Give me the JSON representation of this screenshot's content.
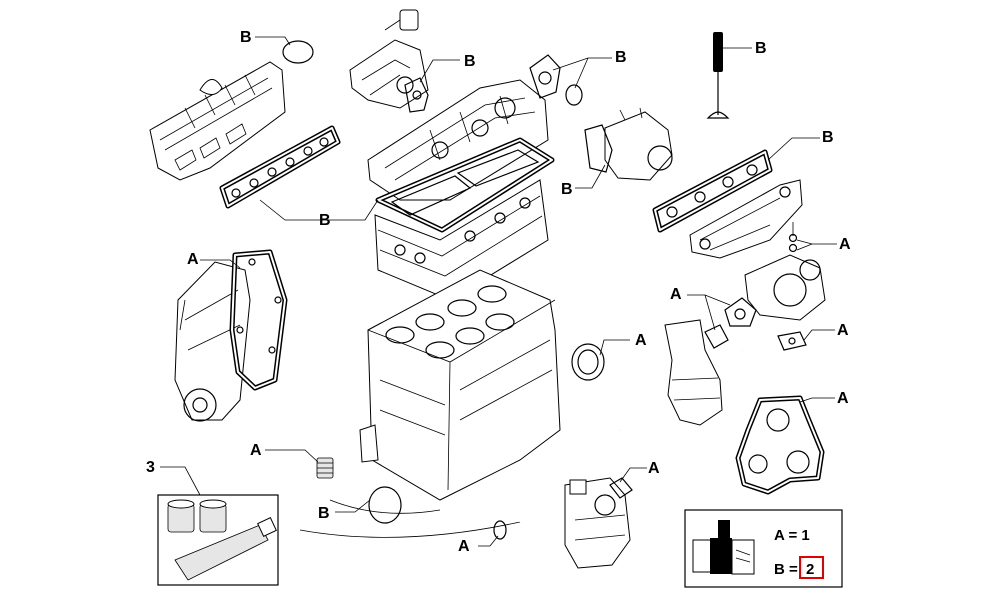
{
  "labels": {
    "b_oring_top": "B",
    "b_egr_gasket": "B",
    "b_flange_gasket": "B",
    "b_valve": "B",
    "b_intake_gasket": "B",
    "b_exhaust_gasket": "B",
    "b_thermostat_gasket": "B",
    "b_head_gasket": "B",
    "b_bottom_oring": "B",
    "a_timing_cover": "A",
    "a_rear_seal": "A",
    "a_drain_plug": "A",
    "a_turbo_washers": "A",
    "a_turbo_pipe_gasket": "A",
    "a_oil_return": "A",
    "a_water_pump": "A",
    "a_pump_clamp": "A",
    "a_hose_oring": "A",
    "kit_sealant": "3"
  },
  "legend": {
    "a_text": "A = 1",
    "b_text": "B = ",
    "b_value": "2",
    "highlight_color": "#e00000"
  },
  "icons": [
    "engine-block-icon",
    "cylinder-head-icon",
    "gasket-kit-icon",
    "sealant-tube-icon",
    "legend-boxes-icon"
  ]
}
